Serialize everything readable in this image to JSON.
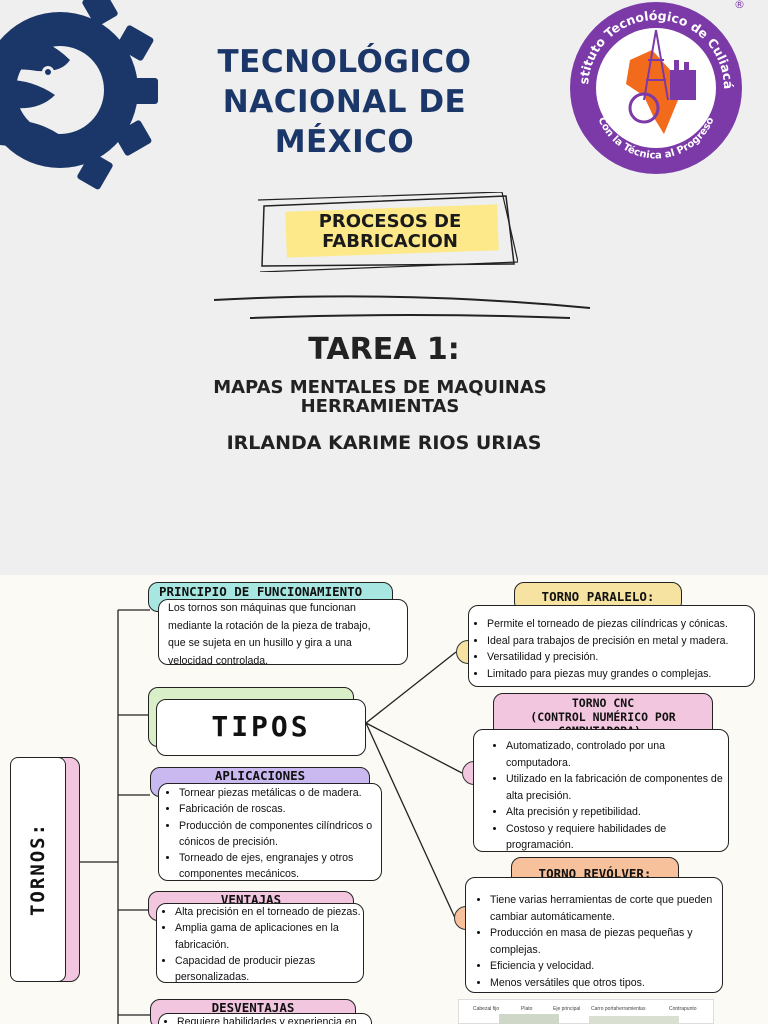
{
  "header": {
    "tecnm_line1": "TECNOLÓGICO",
    "tecnm_line2": "NACIONAL DE MÉXICO",
    "itc_seal_text": "Instituto Tecnológico de Culiacán",
    "itc_motto": "Con la Técnica al Progreso",
    "itc_registered": "®"
  },
  "cover": {
    "course_line1": "PROCESOS DE",
    "course_line2": "FABRICACION",
    "task": "TAREA 1:",
    "subtitle_line1": "MAPAS MENTALES DE MAQUINAS",
    "subtitle_line2": "HERRAMIENTAS",
    "author": "IRLANDA KARIME RIOS URIAS"
  },
  "colors": {
    "tecnm_blue": "#1b3668",
    "itc_purple": "#7b3aa8",
    "itc_orange": "#f26a1b",
    "highlight_yellow": "#fde98a",
    "teal": "#a8e6e2",
    "lilac": "#c9b9f0",
    "pink": "#f3c6e0",
    "peach": "#f6c19b",
    "light_green": "#d8efc8",
    "yellow": "#f6e3a2"
  },
  "mindmap": {
    "root": "TORNOS:",
    "principio": {
      "title": "PRINCIPIO DE FUNCIONAMIENTO",
      "line1": " Los tornos son máquinas que funcionan",
      "line2": "mediante la rotación de la pieza de trabajo,",
      "line3": "que se sujeta en un husillo y gira a una",
      "line4": "velocidad controlada."
    },
    "tipos": "TIPOS",
    "aplicaciones": {
      "title": "APLICACIONES",
      "items": [
        "Tornear piezas metálicas o de madera.",
        "Fabricación de roscas.",
        "Producción de componentes cilíndricos o cónicos de precisión.",
        "Torneado de ejes, engranajes y otros componentes mecánicos."
      ]
    },
    "ventajas": {
      "title": "VENTAJAS",
      "items": [
        "Alta precisión en el torneado de piezas.",
        "Amplia gama de aplicaciones en la fabricación.",
        "Capacidad de producir piezas personalizadas."
      ]
    },
    "desventajas": {
      "title": "DESVENTAJAS",
      "items": [
        "Requiere habilidades y experiencia en"
      ]
    },
    "paralelo": {
      "title": "TORNO PARALELO:",
      "items": [
        "Permite el torneado de piezas cilíndricas y cónicas.",
        "Ideal para trabajos de precisión en metal y madera.",
        "Versatilidad y precisión.",
        "Limitado para piezas muy grandes o complejas."
      ]
    },
    "cnc": {
      "title_line1": "TORNO CNC",
      "title_line2": "(CONTROL NUMÉRICO POR",
      "title_line3": "COMPUTADORA):",
      "items": [
        " Automatizado, controlado por una computadora.",
        "Utilizado en la fabricación de componentes de alta precisión.",
        "Alta precisión y repetibilidad.",
        "Costoso y requiere habilidades de programación."
      ]
    },
    "revolver": {
      "title": "TORNO REVÓLVER:",
      "items": [
        "Tiene varias herramientas de corte que pueden cambiar automáticamente.",
        "Producción en masa de piezas pequeñas y complejas.",
        "Eficiencia y velocidad.",
        "Menos versátiles que otros tipos."
      ]
    },
    "illustration_labels": [
      "Cabezal fijo",
      "Plato",
      "Eje principal",
      "Carro portaherramientas",
      "Contrapunto"
    ]
  }
}
